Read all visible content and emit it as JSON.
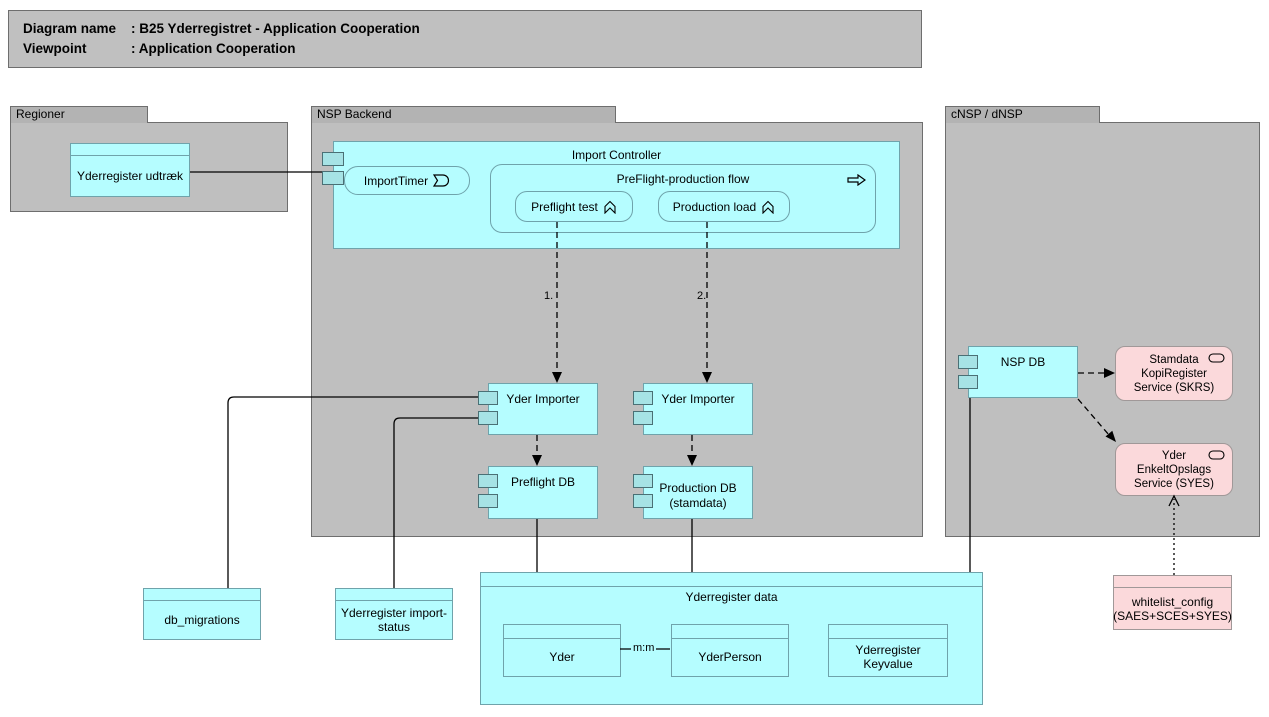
{
  "title_block": {
    "rows": [
      {
        "label": "Diagram name",
        "value": ": B25 Yderregistret - Application Cooperation"
      },
      {
        "label": "Viewpoint",
        "value": ": Application Cooperation"
      }
    ]
  },
  "groups": {
    "regioner": "Regioner",
    "nsp_backend": "NSP Backend",
    "cnsp": "cNSP / dNSP",
    "yderregister_data": "Yderregister data"
  },
  "nodes": {
    "yderregister_udtraek": "Yderregister udtræk",
    "import_controller": "Import Controller",
    "import_timer": "ImportTimer",
    "preflight_production_flow": "PreFlight-production flow",
    "preflight_test": "Preflight test",
    "production_load": "Production load",
    "yder_importer_left": "Yder Importer",
    "yder_importer_right": "Yder Importer",
    "preflight_db": "Preflight DB",
    "production_db": {
      "line1": "Production DB",
      "line2": "(stamdata)"
    },
    "nsp_db": "NSP DB",
    "skrs": {
      "line1": "Stamdata",
      "line2": "KopiRegister",
      "line3": "Service (SKRS)"
    },
    "syes": {
      "line1": "Yder",
      "line2": "EnkeltOpslags",
      "line3": "Service (SYES)"
    },
    "db_migrations": "db_migrations",
    "import_status": {
      "line1": "Yderregister import-",
      "line2": "status"
    },
    "whitelist_config": {
      "line1": "whitelist_config",
      "line2": "(SAES+SCES+SYES)"
    },
    "yder": "Yder",
    "yder_person": "YderPerson",
    "yderregister_keyvalue": {
      "line1": "Yderregister",
      "line2": "Keyvalue"
    }
  },
  "connector_labels": {
    "step1": "1.",
    "step2": "2.",
    "mm": "m:m"
  },
  "icons": {
    "import_timer": "event-icon",
    "preflight_production_flow": "process-arrow-icon",
    "preflight_test": "function-chevron-icon",
    "production_load": "function-chevron-icon",
    "skrs": "service-oval-icon",
    "syes": "service-oval-icon"
  },
  "colors": {
    "element_cyan": "#b5fdff",
    "element_pink": "#fbd9db",
    "port_fill": "#a6e3e5",
    "group_gray": "#bfbfbf",
    "tab_gray": "#b3b3b3",
    "line": "#000000"
  }
}
